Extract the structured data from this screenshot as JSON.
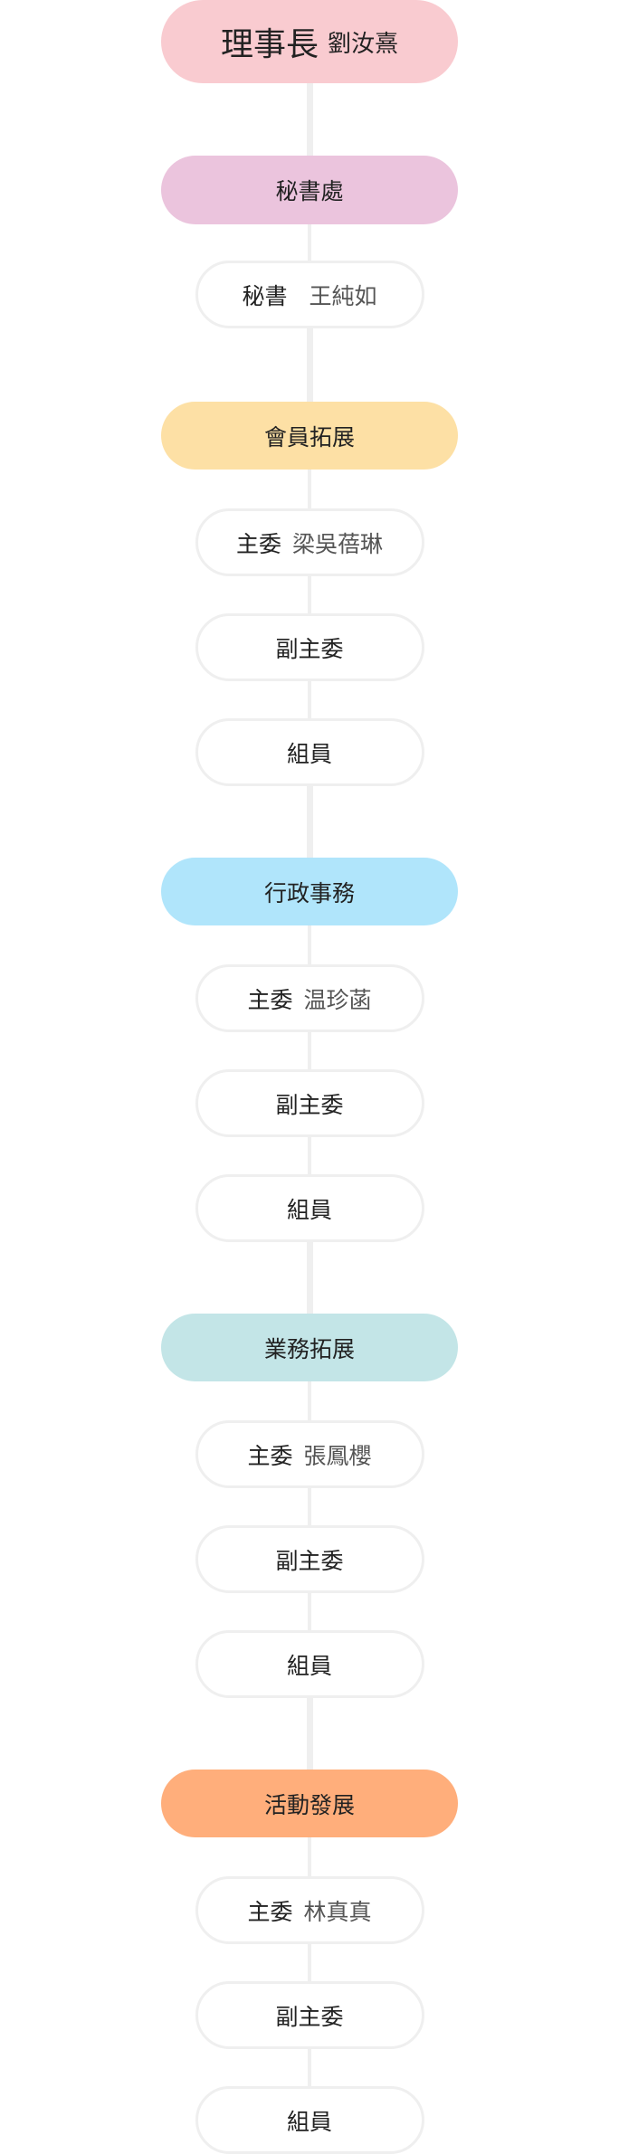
{
  "chair": {
    "title": "理事長",
    "name": "劉汝熹",
    "color": "#f9cbd0"
  },
  "secretariat": {
    "label": "秘書處",
    "color": "#ebc4dd",
    "member": {
      "role": "秘書",
      "name": "王純如"
    }
  },
  "groups": [
    {
      "label": "會員拓展",
      "color": "#fde0a5",
      "members": [
        {
          "role": "主委",
          "name": "梁吳蓓琳"
        },
        {
          "role": "副主委"
        },
        {
          "role": "組員"
        }
      ]
    },
    {
      "label": "行政事務",
      "color": "#b0e5fb",
      "members": [
        {
          "role": "主委",
          "name": "温珍菡"
        },
        {
          "role": "副主委"
        },
        {
          "role": "組員"
        }
      ]
    },
    {
      "label": "業務拓展",
      "color": "#c3e5e7",
      "members": [
        {
          "role": "主委",
          "name": "張鳳櫻"
        },
        {
          "role": "副主委"
        },
        {
          "role": "組員"
        }
      ]
    },
    {
      "label": "活動發展",
      "color": "#ffae7b",
      "members": [
        {
          "role": "主委",
          "name": "林真真"
        },
        {
          "role": "副主委"
        },
        {
          "role": "組員"
        }
      ]
    }
  ]
}
